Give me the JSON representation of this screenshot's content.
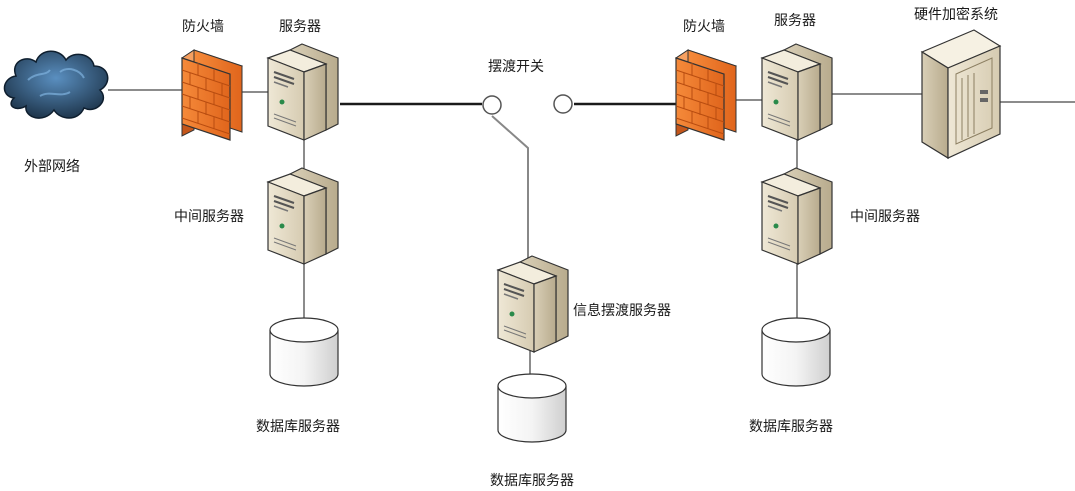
{
  "labels": {
    "external_network": "外部网络",
    "firewall_left": "防火墙",
    "server_left": "服务器",
    "middle_server_left": "中间服务器",
    "database_server_left": "数据库服务器",
    "ferry_switch": "摆渡开关",
    "info_ferry_server": "信息摆渡服务器",
    "database_server_center": "数据库服务器",
    "firewall_right": "防火墙",
    "server_right": "服务器",
    "hardware_encryption_system": "硬件加密系统",
    "middle_server_right": "中间服务器",
    "database_server_right": "数据库服务器"
  },
  "colors": {
    "line": "#1a1a1a",
    "firewall": "#f07a2a",
    "server_body": "#e8e0cc",
    "cloud": "#3a6a98",
    "database": "#f2f2f2"
  }
}
